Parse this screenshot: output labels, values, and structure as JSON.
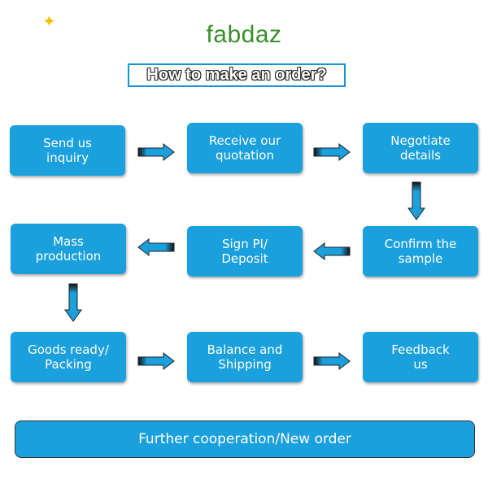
{
  "logo": {
    "text": "fabdaz"
  },
  "title": "How to make an order?",
  "steps": [
    "Send us\ninquiry",
    "Receive our\nquotation",
    "Negotiate\ndetails",
    "Confirm the\nsample",
    "Sign PI/\nDeposit",
    "Mass\nproduction",
    "Goods ready/\nPacking",
    "Balance and\nShipping",
    "Feedback\nus"
  ],
  "final_step": "Further cooperation/New order",
  "colors": {
    "box": "#1ba0de",
    "logo": "#3a8f2a",
    "logo_star": "#f2c200"
  }
}
